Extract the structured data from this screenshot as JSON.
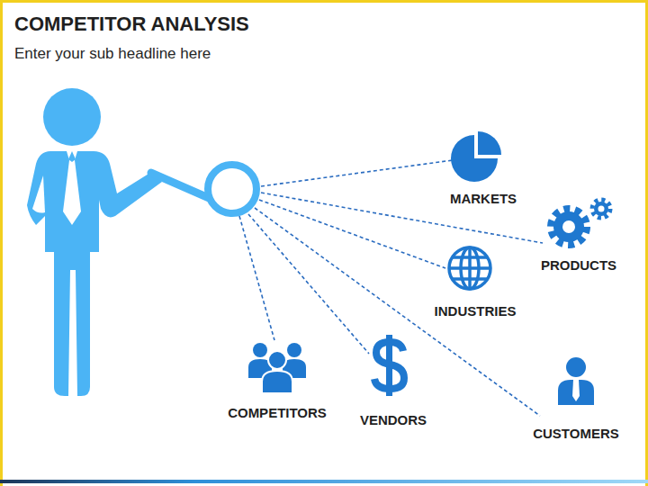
{
  "diagram": {
    "title": "COMPETITOR ANALYSIS",
    "labels": [
      "Enter your sub headline here",
      "MARKETS",
      "PRODUCTS",
      "INDUSTRIES",
      "COMPETITORS",
      "VENDORS",
      "CUSTOMERS"
    ]
  }
}
